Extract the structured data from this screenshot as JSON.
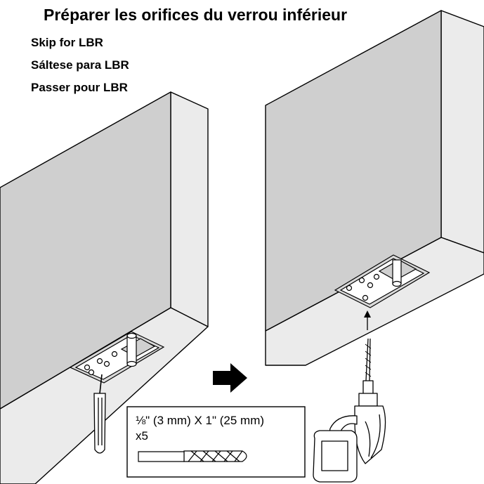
{
  "title": "Préparer les orifices du verrou inférieur",
  "notes": [
    "Skip for LBR",
    "Sáltese para LBR",
    "Passer pour LBR"
  ],
  "drill_bit": {
    "size": "⅛\" (3 mm) X 1\" (25 mm)",
    "quantity": "x5"
  },
  "colors": {
    "panel_face": "#cfcfcf",
    "panel_side": "#ebebeb",
    "outline": "#000000"
  },
  "icons": [
    "awl-icon",
    "drill-icon",
    "drill-bit-icon",
    "arrow-right-icon",
    "arrow-up-icon"
  ]
}
